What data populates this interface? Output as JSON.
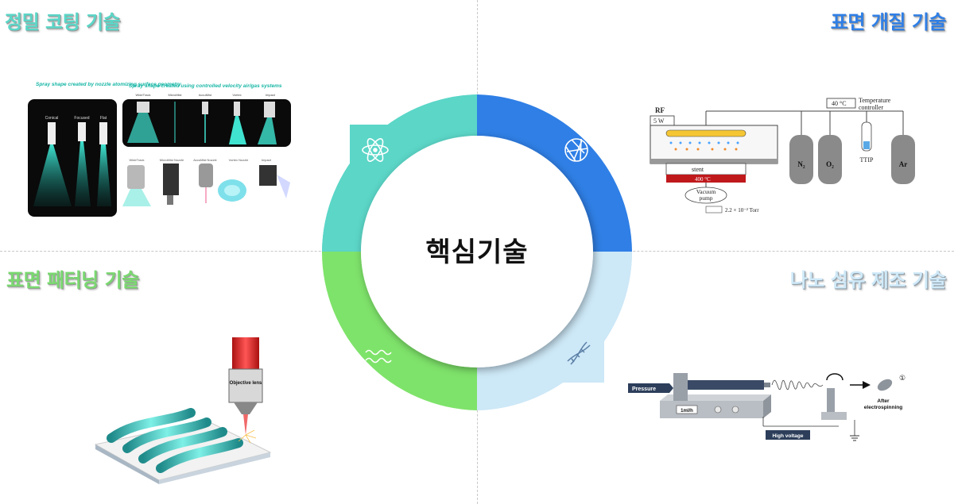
{
  "center_label": "핵심기술",
  "quadrants": {
    "top_left": {
      "title": "정밀 코팅 기술",
      "color": "#5bd6c7",
      "icon": "atom-icon",
      "image": {
        "left_heading": "Spray shape created by nozzle atomizing surface geometry",
        "right_heading": "Spray shape created using controlled velocity air/gas systems",
        "left_labels": [
          "Conical",
          "Focused",
          "Flat"
        ],
        "right_labels": [
          "WideTrack",
          "MicroMist",
          "AccuMist",
          "Vortex",
          "Impact"
        ],
        "bottom_labels": [
          "WideTrack",
          "MicroMist Nozzle",
          "AccuMist Nozzle",
          "Vortex Nozzle",
          "Impact"
        ]
      }
    },
    "top_right": {
      "title": "표면 개질 기술",
      "color": "#2f7fe6",
      "icon": "aperture-icon",
      "image": {
        "rf": "RF",
        "rf_power": "5 W",
        "temperature": "40 °C",
        "temp_controller": [
          "Temperature",
          "controller"
        ],
        "stent": "stent",
        "heater": "400 °C",
        "vacuum": [
          "Vacuum",
          "pump"
        ],
        "pressure": "2.2 × 10⁻² Torr",
        "cylinders": [
          "N₂",
          "O₂",
          "Ar"
        ],
        "ttip": "TTIP"
      }
    },
    "bottom_left": {
      "title": "표면 패터닝 기술",
      "color": "#7ee36a",
      "icon": "wave-icon",
      "image": {
        "lens_label": "Objective lens"
      }
    },
    "bottom_right": {
      "title": "나노 섬유 제조 기술",
      "color": "#cde8f7",
      "icon": "dna-icon",
      "image": {
        "pressure": "Pressure",
        "flow": "1ml/h",
        "voltage": "High voltage",
        "after": [
          "After",
          "electrospinning"
        ],
        "marker": "①"
      }
    }
  }
}
